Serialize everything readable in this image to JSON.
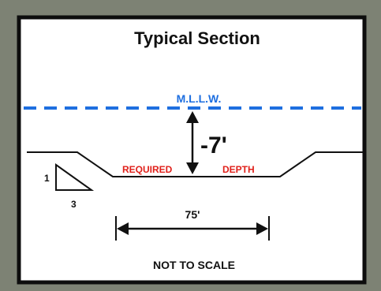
{
  "diagram": {
    "title": "Typical Section",
    "water_level_label": "M.L.L.W.",
    "depth_label": "-7'",
    "required_label": "REQUIRED",
    "depth_word_label": "DEPTH",
    "slope_rise": "1",
    "slope_run": "3",
    "bottom_width_label": "75'",
    "scale_note": "NOT TO SCALE",
    "colors": {
      "water_line": "#1e6fe0",
      "required_text": "#e0201a",
      "ink": "#111111",
      "panel": "#ffffff"
    }
  }
}
